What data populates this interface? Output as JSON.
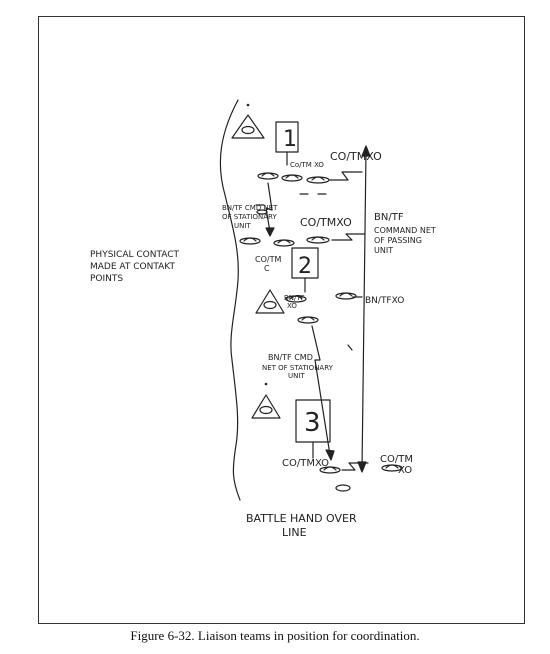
{
  "labels": {
    "company_1": "1",
    "company_2": "2",
    "company_3": "3",
    "co_tm_xo_top_right": "CO/TMXO",
    "co_tm_xo_small": "Co/TM XO",
    "bn_tf_cmd_net_stationary_top": "BN/TF CMD NET OF STATIONARY UNIT",
    "co_tm_xo_middle": "CO/TMXO",
    "bn_tf_command_net_passing": "BN/TF COMMAND NET OF PASSING UNIT",
    "physical_contact": "PHYSICAL CONTACT MADE AT CONTAKT POINTS",
    "co_tm_c": "CO/TM C",
    "bn_tf_xo_left": "BN/TF XO",
    "bn_tf_xo_right": "BN/TFXO",
    "bn_tf_cmd_net_stationary_bottom": "BN/TF CMD NET OF STATIONARY UNIT",
    "co_tm_xo_bottom_left": "CO/TMXO",
    "co_tm_xo_bottom_right": "CO/TM XO",
    "battle_handover_line": "BATTLE HAND OVER LINE"
  },
  "caption": "Figure 6-32. Liaison teams in position for coordination."
}
